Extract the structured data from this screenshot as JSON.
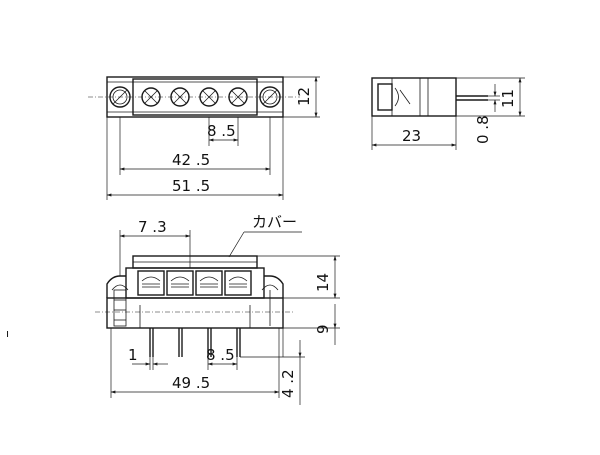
{
  "dimensions": {
    "top_pitch": "8 .5",
    "top_inner": "42 .5",
    "top_overall": "51 .5",
    "top_height": "12",
    "side_depth": "23",
    "side_height": "11",
    "side_pin": "0 .8",
    "front_offset": "7 .3",
    "front_pin_width": "1",
    "front_pitch": "8 .5",
    "front_overall": "49 .5",
    "front_height": "14",
    "front_pin_length": "9",
    "front_foot": "4 .2"
  },
  "labels": {
    "cover": "カバー"
  },
  "marks": {
    "stray": "ı"
  }
}
